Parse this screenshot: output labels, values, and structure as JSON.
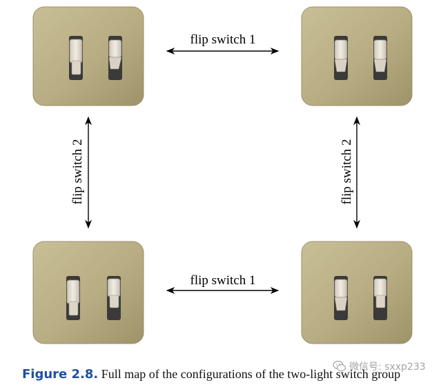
{
  "labels": {
    "top": "flip switch 1",
    "bottom": "flip switch 1",
    "left": "flip switch 2",
    "right": "flip switch 2"
  },
  "caption": {
    "figure": "Figure 2.8.",
    "text": "Full map of the configurations of the two-light switch group"
  },
  "watermark": {
    "text": "微信号: sxxp233",
    "icon": "wechat-icon"
  },
  "colors": {
    "plate": "#b8ad84",
    "plate_edge": "#9c9168",
    "toggle": "#e8e2d6",
    "arrow": "#000000",
    "caption_blue": "#1f4fa0"
  },
  "states": [
    {
      "position": "top-left",
      "switch1": "up",
      "switch2": "down"
    },
    {
      "position": "top-right",
      "switch1": "down",
      "switch2": "down"
    },
    {
      "position": "bottom-left",
      "switch1": "up",
      "switch2": "up"
    },
    {
      "position": "bottom-right",
      "switch1": "down",
      "switch2": "up"
    }
  ]
}
